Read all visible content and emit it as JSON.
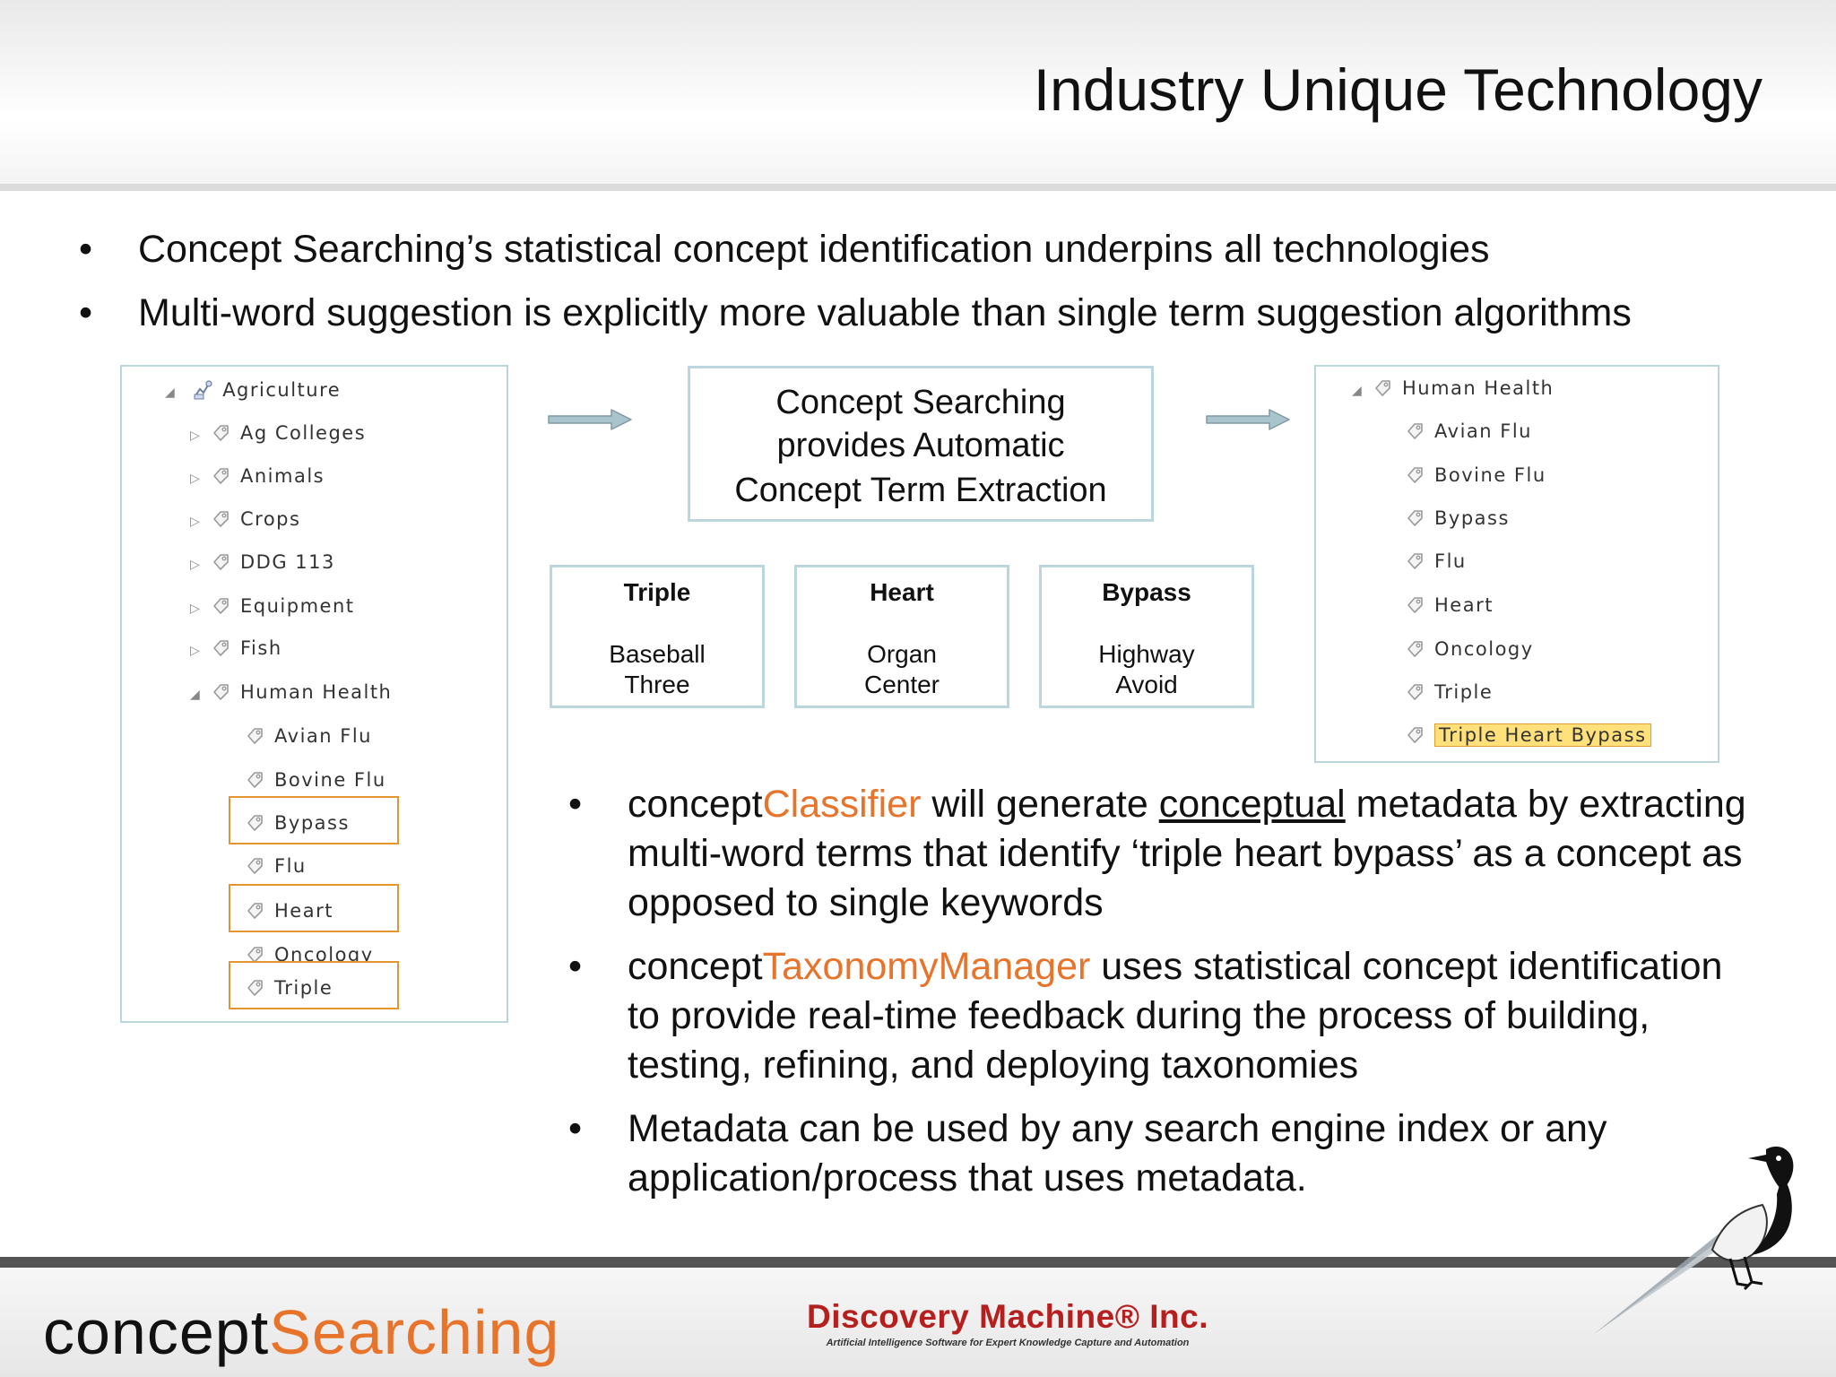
{
  "title": "Industry Unique Technology",
  "top_bullets": [
    "Concept Searching’s statistical concept identification underpins all technologies",
    "Multi-word suggestion is explicitly more valuable than single term suggestion algorithms"
  ],
  "left_tree": {
    "root": "Agriculture",
    "items": [
      "Ag Colleges",
      "Animals",
      "Crops",
      "DDG 113",
      "Equipment",
      "Fish",
      "Human Health"
    ],
    "human_health_children": [
      "Avian Flu",
      "Bovine Flu",
      "Bypass",
      "Flu",
      "Heart",
      "Oncology",
      "Triple"
    ],
    "highlighted": [
      "Bypass",
      "Heart",
      "Triple"
    ]
  },
  "concept_box": {
    "line1": "Concept Searching",
    "line2": "provides Automatic",
    "line3": "Concept Term Extraction"
  },
  "terms": [
    {
      "head": "Triple",
      "word1": "Baseball",
      "word2": "Three"
    },
    {
      "head": "Heart",
      "word1": "Organ",
      "word2": "Center"
    },
    {
      "head": "Bypass",
      "word1": "Highway",
      "word2": "Avoid"
    }
  ],
  "right_tree": {
    "root": "Human Health",
    "items": [
      "Avian Flu",
      "Bovine Flu",
      "Bypass",
      "Flu",
      "Heart",
      "Oncology",
      "Triple",
      "Triple Heart Bypass"
    ],
    "highlighted": "Triple Heart Bypass"
  },
  "bottom_bullets": {
    "b1": {
      "prefix": "concept",
      "product": "Classifier",
      "mid": " will generate ",
      "underlined": "conceptual",
      "rest": " metadata by extracting multi-word terms that identify ‘triple heart bypass’ as a concept as opposed to single keywords"
    },
    "b2": {
      "prefix": "concept",
      "product": "TaxonomyManager",
      "rest": " uses statistical concept identification to provide real-time feedback during the process of building, testing, refining, and deploying taxonomies"
    },
    "b3": "Metadata can be used by any search engine index or any application/process that uses metadata."
  },
  "footer": {
    "logo_part1": "concept",
    "logo_part2": "Searching",
    "dm_name": "Discovery Machine® Inc.",
    "dm_tagline": "Artificial Intelligence Software for Expert Knowledge Capture and Automation"
  },
  "colors": {
    "accent_orange": "#e8742c",
    "panel_border": "#bcd6de",
    "highlight_box": "#e59530",
    "discovery_red": "#b5201f"
  },
  "icons": [
    "tag-icon",
    "agriculture-icon",
    "expand-triangle-icon",
    "collapse-triangle-icon",
    "right-arrow-icon",
    "magpie-bird-icon"
  ]
}
